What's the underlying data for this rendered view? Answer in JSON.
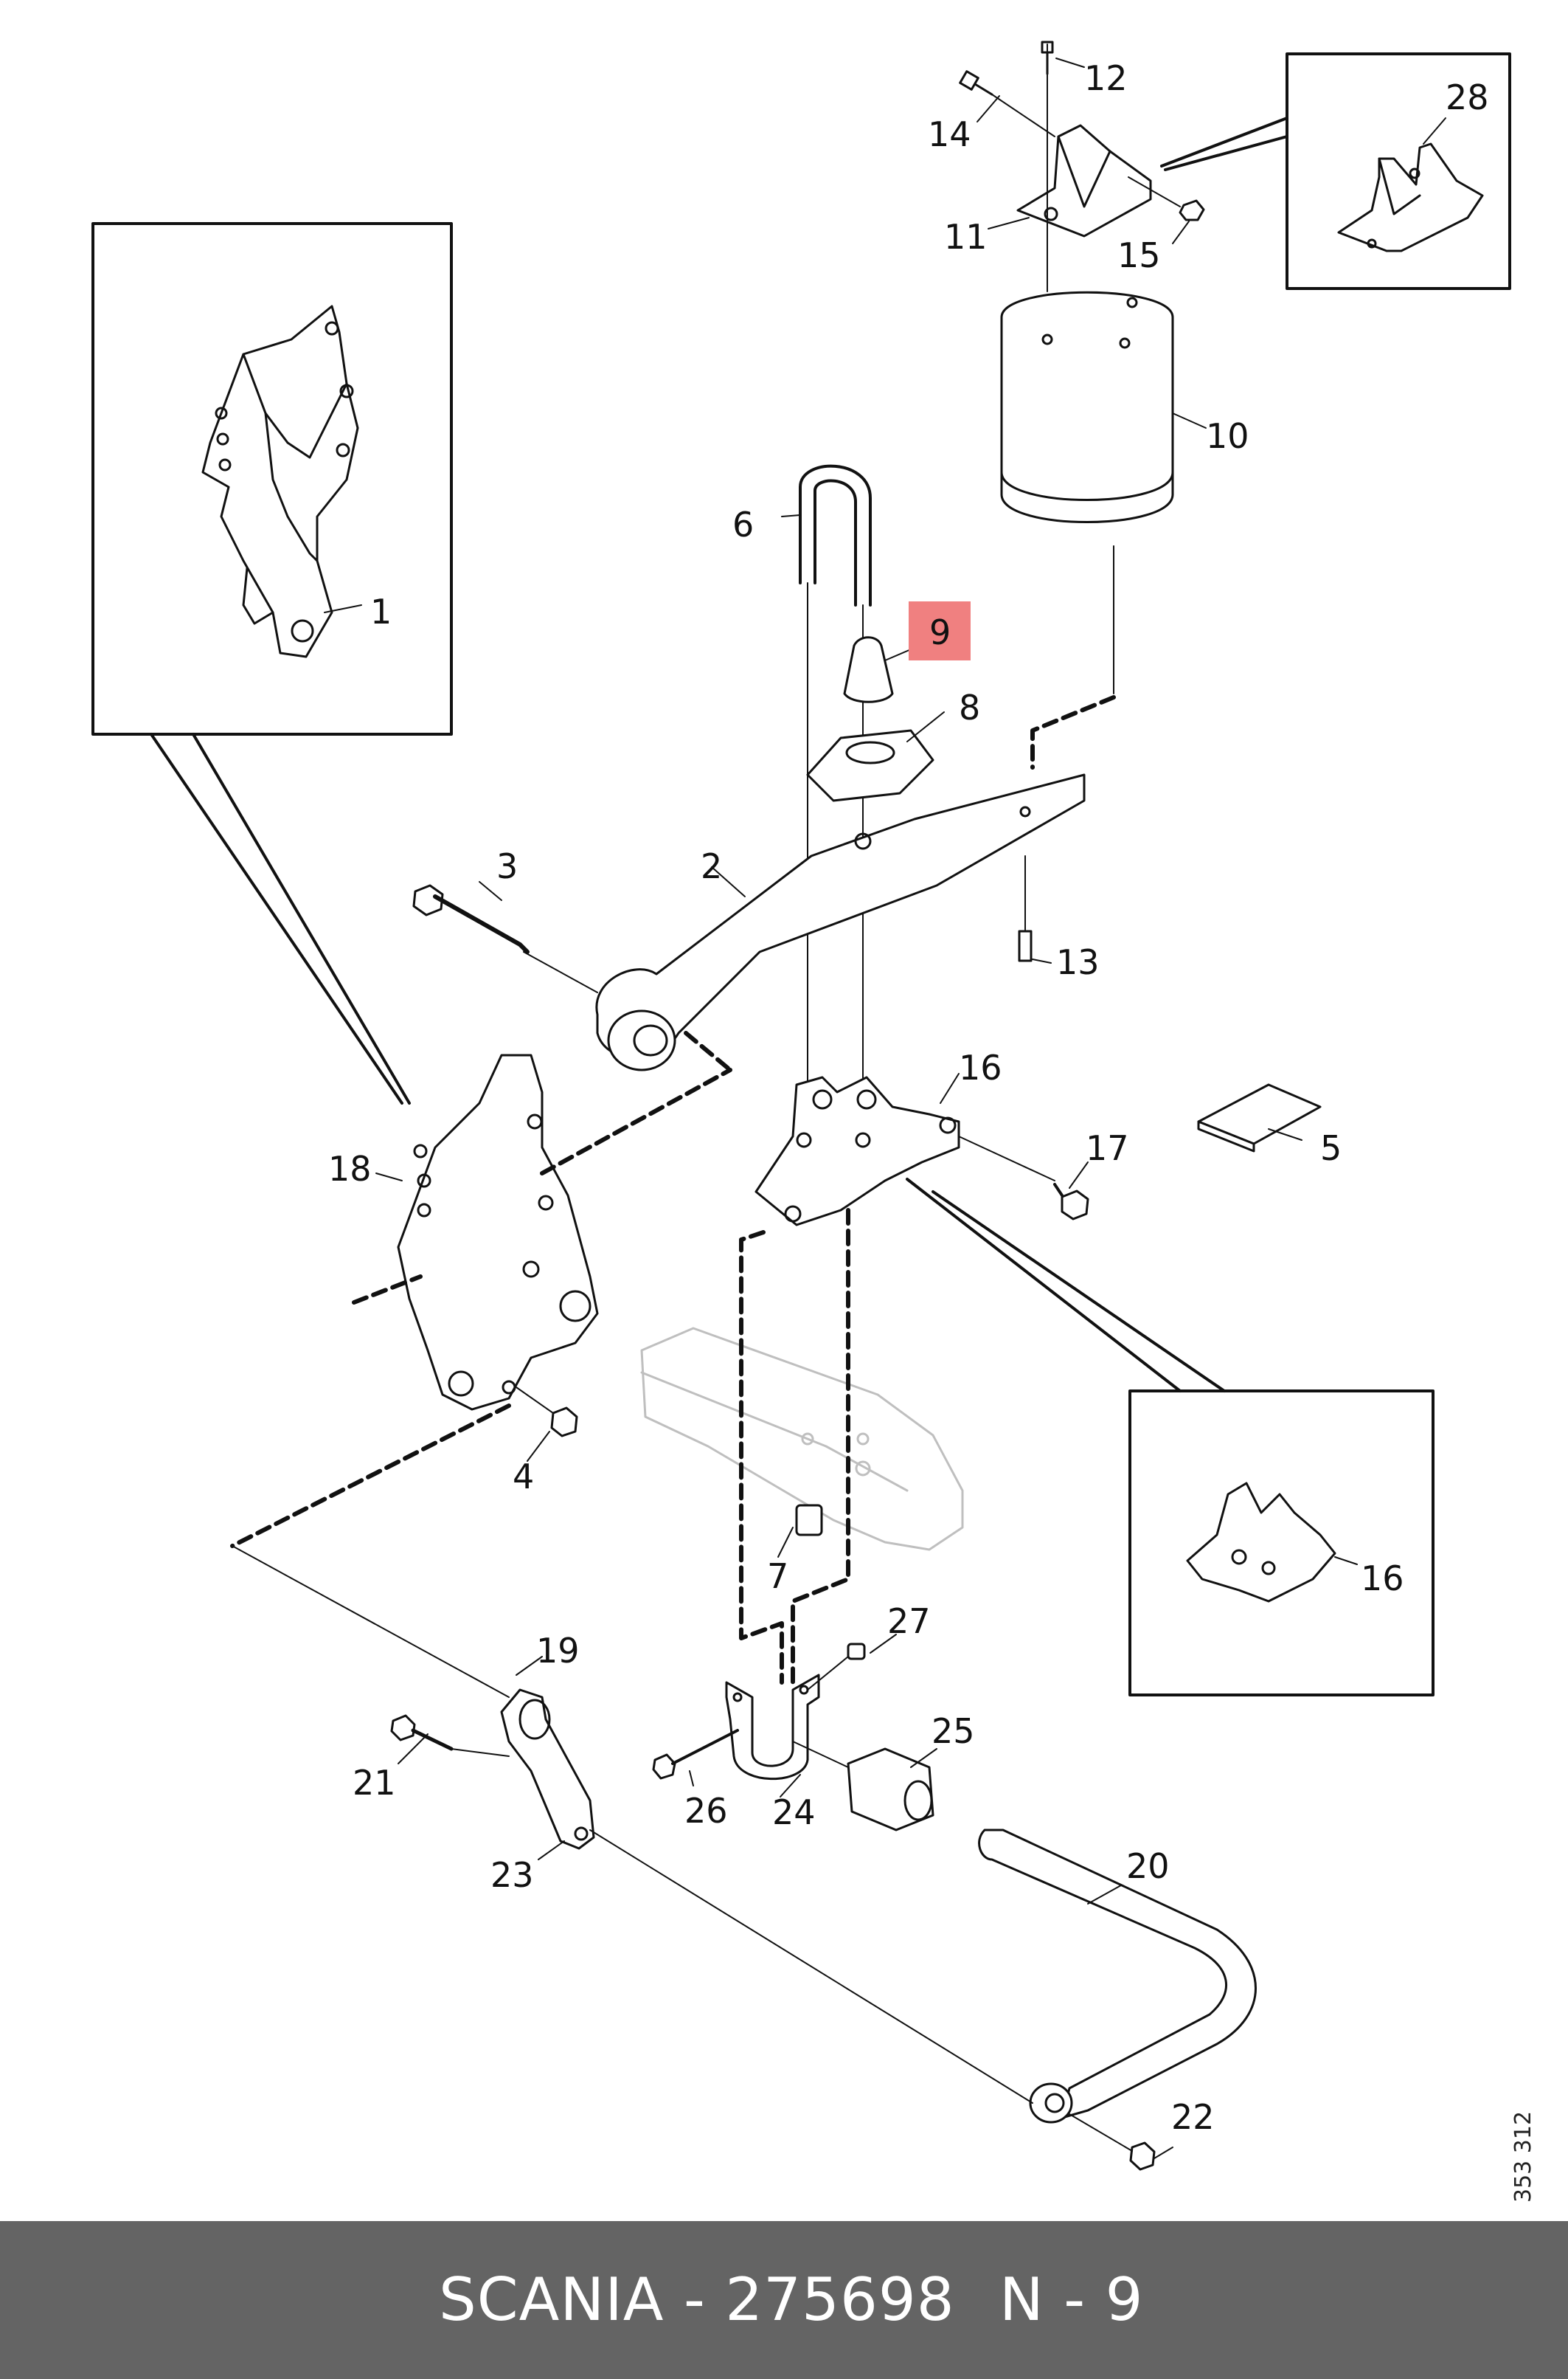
{
  "callouts": [
    {
      "id": "c1",
      "text": "1"
    },
    {
      "id": "c2",
      "text": "2"
    },
    {
      "id": "c3",
      "text": "3"
    },
    {
      "id": "c4",
      "text": "4"
    },
    {
      "id": "c5",
      "text": "5"
    },
    {
      "id": "c6",
      "text": "6"
    },
    {
      "id": "c7",
      "text": "7"
    },
    {
      "id": "c8",
      "text": "8"
    },
    {
      "id": "c9",
      "text": "9"
    },
    {
      "id": "c10",
      "text": "10"
    },
    {
      "id": "c11",
      "text": "11"
    },
    {
      "id": "c12",
      "text": "12"
    },
    {
      "id": "c13",
      "text": "13"
    },
    {
      "id": "c14",
      "text": "14"
    },
    {
      "id": "c15",
      "text": "15"
    },
    {
      "id": "c16",
      "text": "16"
    },
    {
      "id": "c16b",
      "text": "16"
    },
    {
      "id": "c17",
      "text": "17"
    },
    {
      "id": "c18",
      "text": "18"
    },
    {
      "id": "c19",
      "text": "19"
    },
    {
      "id": "c20",
      "text": "20"
    },
    {
      "id": "c21",
      "text": "21"
    },
    {
      "id": "c22",
      "text": "22"
    },
    {
      "id": "c23",
      "text": "23"
    },
    {
      "id": "c24",
      "text": "24"
    },
    {
      "id": "c25",
      "text": "25"
    },
    {
      "id": "c26",
      "text": "26"
    },
    {
      "id": "c27",
      "text": "27"
    },
    {
      "id": "c28",
      "text": "28"
    }
  ],
  "highlight": {
    "part": "9",
    "color": "#f08080"
  },
  "document_number": "353 312",
  "footer": {
    "brand_part": "SCANIA - 275698",
    "position": "N - 9"
  },
  "colors": {
    "footer_bg": "#646464",
    "footer_text": "#ffffff",
    "line": "#111111",
    "ghost": "#bfbfbf"
  }
}
